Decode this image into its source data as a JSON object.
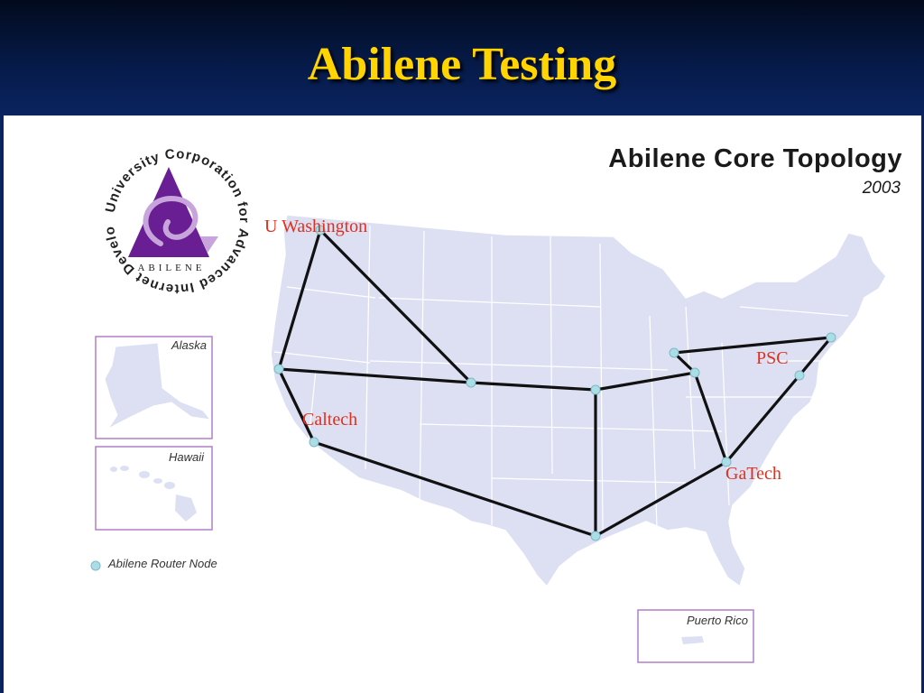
{
  "slide": {
    "title": "Abilene Testing"
  },
  "map": {
    "title": "Abilene Core Topology",
    "year": "2003",
    "legend": "Abilene Router Node",
    "insets": {
      "alaska": "Alaska",
      "hawaii": "Hawaii",
      "puerto_rico": "Puerto Rico"
    },
    "labels": {
      "u_washington": "U Washington",
      "caltech": "Caltech",
      "psc": "PSC",
      "gatech": "GaTech"
    },
    "colors": {
      "land": "#dde0f2",
      "border": "#ffffff",
      "link": "#111111",
      "node": "#a9dee6",
      "label": "#e0301e",
      "inset_frame": "#b47fc8"
    }
  },
  "logo": {
    "ring_text": "University Corporation for Advanced Internet Development",
    "name": "ABILENE",
    "color": "#6a1e94"
  }
}
